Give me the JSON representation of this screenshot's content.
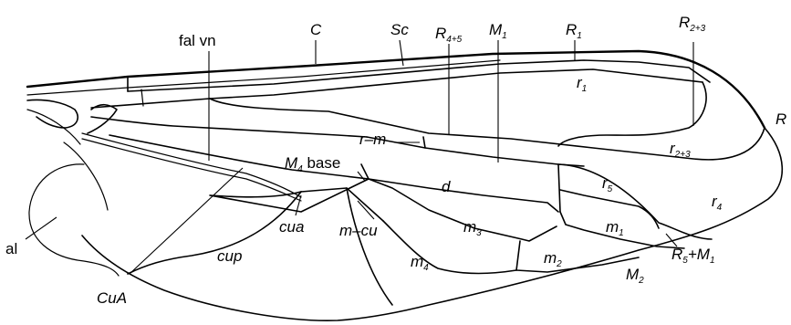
{
  "labels": {
    "fal_vn": "fal vn",
    "C": "C",
    "Sc": "Sc",
    "R45": "R",
    "R45_sub": "4+5",
    "M1": "M",
    "M1_sub": "1",
    "R1": "R",
    "R1_sub": "1",
    "R23": "R",
    "R23_sub": "2+3",
    "R": "R",
    "r1": "r",
    "r1_sub": "1",
    "rm": "r–m",
    "r23": "r",
    "r23_sub": "2+3",
    "M4base": "M",
    "M4base_sub": "4",
    "M4base_rest": " base",
    "d": "d",
    "r5": "r",
    "r5_sub": "5",
    "r4": "r",
    "r4_sub": "4",
    "cua": "cua",
    "mcu": "m–cu",
    "m3": "m",
    "m3_sub": "3",
    "m1": "m",
    "m1_sub": "1",
    "al": "al",
    "cup": "cup",
    "m4": "m",
    "m4_sub": "4",
    "m2": "m",
    "m2_sub": "2",
    "R5M1": "R",
    "R5M1_sub": "5",
    "R5M1_rest": "+M",
    "R5M1_sub2": "1",
    "M2": "M",
    "M2_sub": "2",
    "CuA": "CuA"
  }
}
